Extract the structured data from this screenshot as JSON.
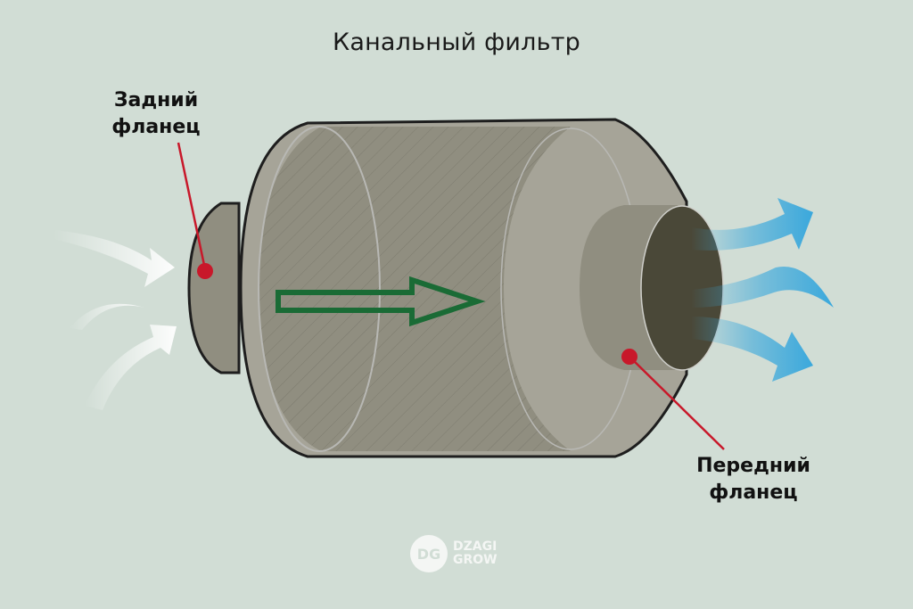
{
  "title": "Канальный фильтр",
  "labels": {
    "rear_flange": [
      "Задний",
      "фланец"
    ],
    "front_flange": [
      "Передний",
      "фланец"
    ]
  },
  "logo": {
    "mark": "DG",
    "line1": "DZAGI",
    "line2": "GROW"
  },
  "colors": {
    "background": "#d1ddd5",
    "body": "#a6a498",
    "filter_mesh": "#908e80",
    "outline": "#1e1e1e",
    "airflow_arrow": "#1a6b35",
    "marker": "#c8182a",
    "outflow": "#3aa8dc",
    "inflow": "#f4f6f4",
    "opening": "#4a4838"
  }
}
